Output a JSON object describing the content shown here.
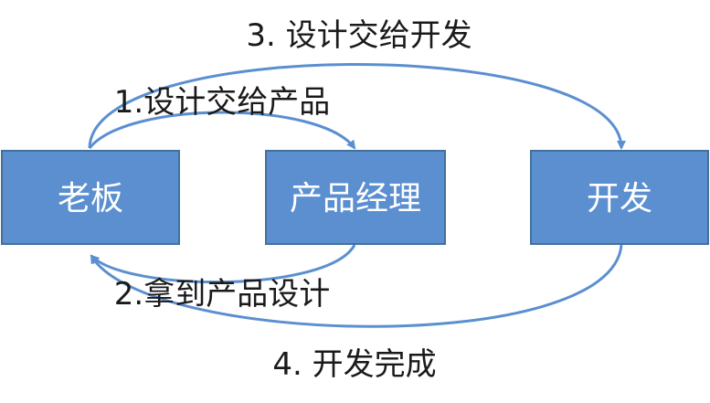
{
  "nodes": {
    "boss": "老板",
    "pm": "产品经理",
    "dev": "开发"
  },
  "edges": {
    "design_to_pm": "1.设计交给产品",
    "product_design_back": "2.拿到产品设计",
    "design_to_dev": "3. 设计交给开发",
    "dev_done": "4. 开发完成"
  },
  "colors": {
    "node_fill": "#5b8fd0",
    "node_border": "#41719c",
    "arrow": "#5b8fd0",
    "text": "#1a1a1a"
  }
}
